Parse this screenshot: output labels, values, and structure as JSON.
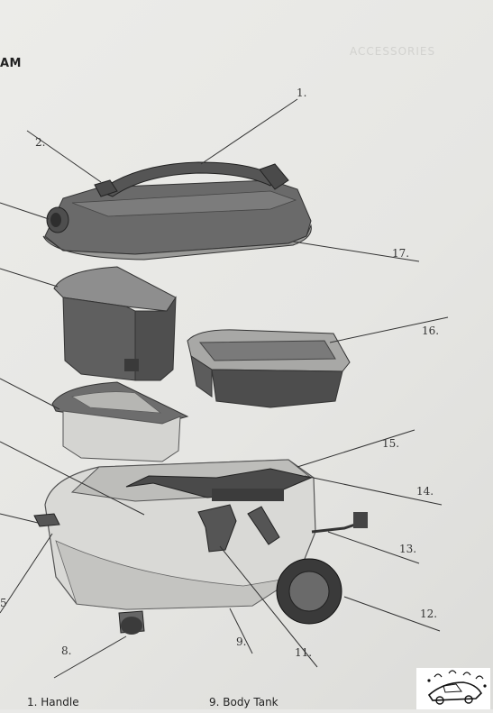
{
  "page": {
    "heading": "AM",
    "faded_heading": "ACCESSORIES"
  },
  "callouts": [
    "1.",
    "2.",
    "17.",
    "16.",
    "15.",
    "14.",
    "13.",
    "12.",
    "11.",
    "9.",
    "8.",
    "5"
  ],
  "legend": [
    {
      "label": "1.  Handle"
    },
    {
      "label": "9.  Body Tank"
    }
  ],
  "colors": {
    "part_dark": "#5d5d5d",
    "part_mid": "#8a8a8a",
    "part_light": "#cfcfcc",
    "leader": "#333333"
  },
  "logo_icon": "car-splash-logo"
}
